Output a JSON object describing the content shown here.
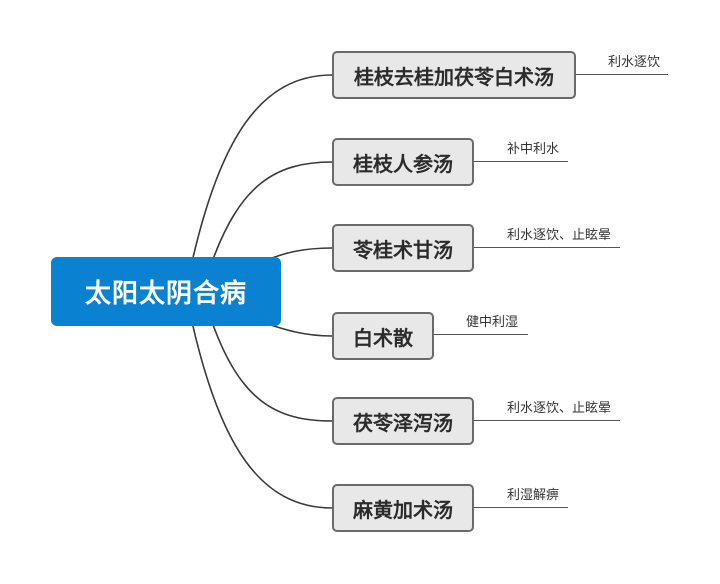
{
  "root": {
    "label": "太阳太阴合病"
  },
  "branches": [
    {
      "label": "桂枝去桂加茯苓白术汤",
      "note": "利水逐饮"
    },
    {
      "label": "桂枝人参汤",
      "note": "补中利水"
    },
    {
      "label": "苓桂术甘汤",
      "note": "利水逐饮、止眩晕"
    },
    {
      "label": "白术散",
      "note": "健中利湿"
    },
    {
      "label": "茯苓泽泻汤",
      "note": "利水逐饮、止眩晕"
    },
    {
      "label": "麻黄加术汤",
      "note": "利湿解痹"
    }
  ],
  "colors": {
    "root_fill": "#0a82d1",
    "root_text": "#ffffff",
    "branch_fill": "#e8e8e8",
    "branch_border": "#6a6a6a",
    "connector": "#3a3a3a"
  }
}
